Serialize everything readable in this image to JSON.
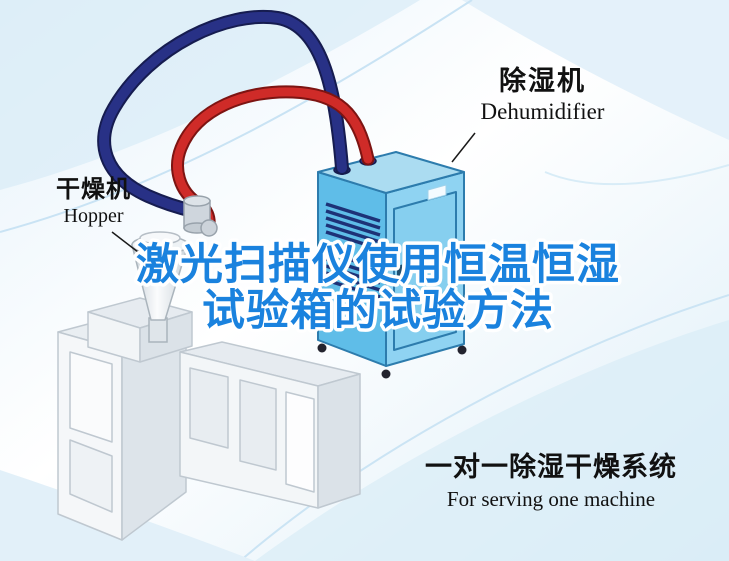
{
  "title": {
    "line1": "激光扫描仪使用恒温恒湿",
    "line2": "试验箱的试验方法"
  },
  "labels": {
    "dehumidifier_zh": "除湿机",
    "dehumidifier_en": "Dehumidifier",
    "dryer_zh": "干燥机",
    "dryer_en": "Hopper",
    "caption_zh": "一对一除湿干燥系统",
    "caption_en": "For serving one machine"
  },
  "colors": {
    "title_fill": "#1a82de",
    "title_outline": "#ffffff",
    "hose_red": "#cf2b28",
    "hose_blue": "#283186",
    "machine_blue": "#5fbde8",
    "machine_blue_light": "#8fd3f2",
    "machine_blue_top": "#abdcf1",
    "label_text": "#111111",
    "background_tint": "#d9ecf7"
  }
}
